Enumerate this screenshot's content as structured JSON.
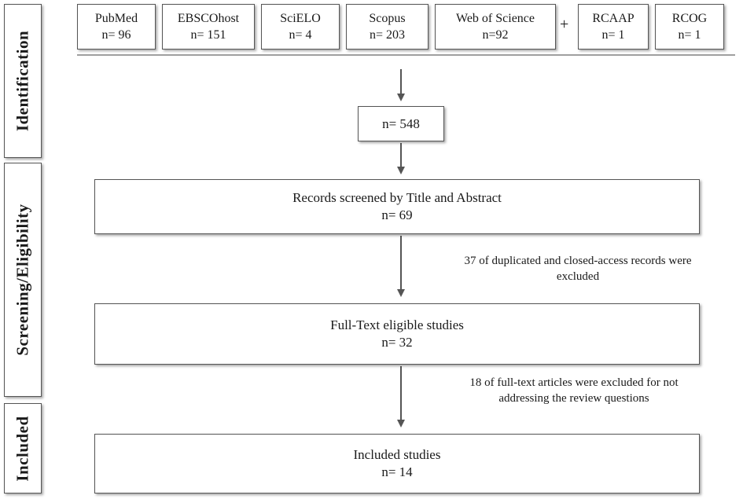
{
  "phases": {
    "identification": "Identification",
    "screening": "Screening/Eligibility",
    "included": "Included"
  },
  "sources": [
    {
      "name": "PubMed",
      "count": "n= 96"
    },
    {
      "name": "EBSCOhost",
      "count": "n= 151"
    },
    {
      "name": "SciELO",
      "count": "n= 4"
    },
    {
      "name": "Scopus",
      "count": "n= 203"
    },
    {
      "name": "Web of Science",
      "count": "n=92"
    },
    {
      "name": "RCAAP",
      "count": "n= 1"
    },
    {
      "name": "RCOG",
      "count": "n= 1"
    }
  ],
  "plus_sign": "+",
  "total": {
    "count": "n= 548"
  },
  "screened": {
    "title": "Records screened by Title and Abstract",
    "count": "n= 69"
  },
  "exclusion1": {
    "line1": "37 of duplicated and closed-access records were",
    "line2": "excluded"
  },
  "fulltext": {
    "title": "Full-Text eligible studies",
    "count": "n= 32"
  },
  "exclusion2": {
    "line1": "18 of full-text articles were excluded for not",
    "line2": "addressing the review questions"
  },
  "included_studies": {
    "title": "Included studies",
    "count": "n= 14"
  }
}
